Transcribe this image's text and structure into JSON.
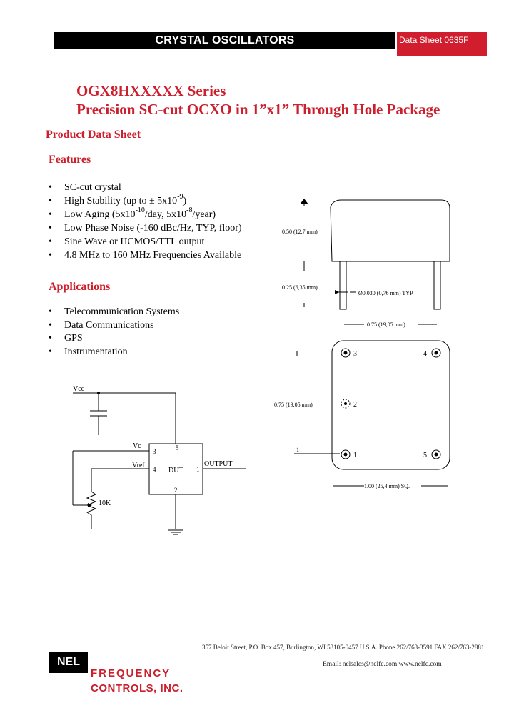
{
  "header": {
    "category": "CRYSTAL OSCILLATORS",
    "datasheet": "Data Sheet 0635F"
  },
  "title": {
    "series": "OGX8HXXXXX Series",
    "subtitle": "Precision SC-cut OCXO in 1”x1” Through Hole Package"
  },
  "sections": {
    "product": "Product Data Sheet",
    "features": "Features",
    "applications": "Applications"
  },
  "features": {
    "f1": "SC-cut crystal",
    "f2_pre": "High Stability (up to ± 5x10",
    "f2_sup": "-9",
    "f2_post": ")",
    "f3_a": "Low Aging (5x10",
    "f3_sup1": "-10",
    "f3_b": "/day, 5x10",
    "f3_sup2": "-8",
    "f3_c": "/year)",
    "f4": "Low Phase Noise (-160 dBc/Hz, TYP, floor)",
    "f5": "Sine Wave or HCMOS/TTL output",
    "f6": "4.8 MHz to 160 MHz Frequencies Available"
  },
  "applications": [
    "Telecommunication Systems",
    "Data Communications",
    "GPS",
    "Instrumentation"
  ],
  "circuit": {
    "vcc": "Vcc",
    "vc": "Vc",
    "vref": "Vref",
    "dut": "DUT",
    "output": "OUTPUT",
    "pot": "10K",
    "pin3": "3",
    "pin4": "4",
    "pin5": "5",
    "pin1": "1",
    "pin2": "2"
  },
  "package": {
    "height": "0.50 (12,7 mm)",
    "pin_length": "0.25 (6,35 mm)",
    "pin_dia": "Ø0.030 (0,76 mm) TYP",
    "pin_spacing": "0.75 (19,05 mm)",
    "vert_spacing": "0.75 (19,05 mm)",
    "body": "1.00 (25,4 mm) SQ.",
    "pad1": "1",
    "pad2": "2",
    "pad3": "3",
    "pad4": "4",
    "pad5": "5",
    "pin1_marker": "1"
  },
  "footer": {
    "address": "357 Beloit Street, P.O. Box 457, Burlington, WI 53105-0457 U.S.A. Phone 262/763-3591 FAX 262/763-2881",
    "email": "Email: nelsales@nelfc.com   www.nelfc.com",
    "logo_nel": "NEL",
    "logo_line1": "FREQUENCY",
    "logo_line2": "CONTROLS, INC."
  }
}
